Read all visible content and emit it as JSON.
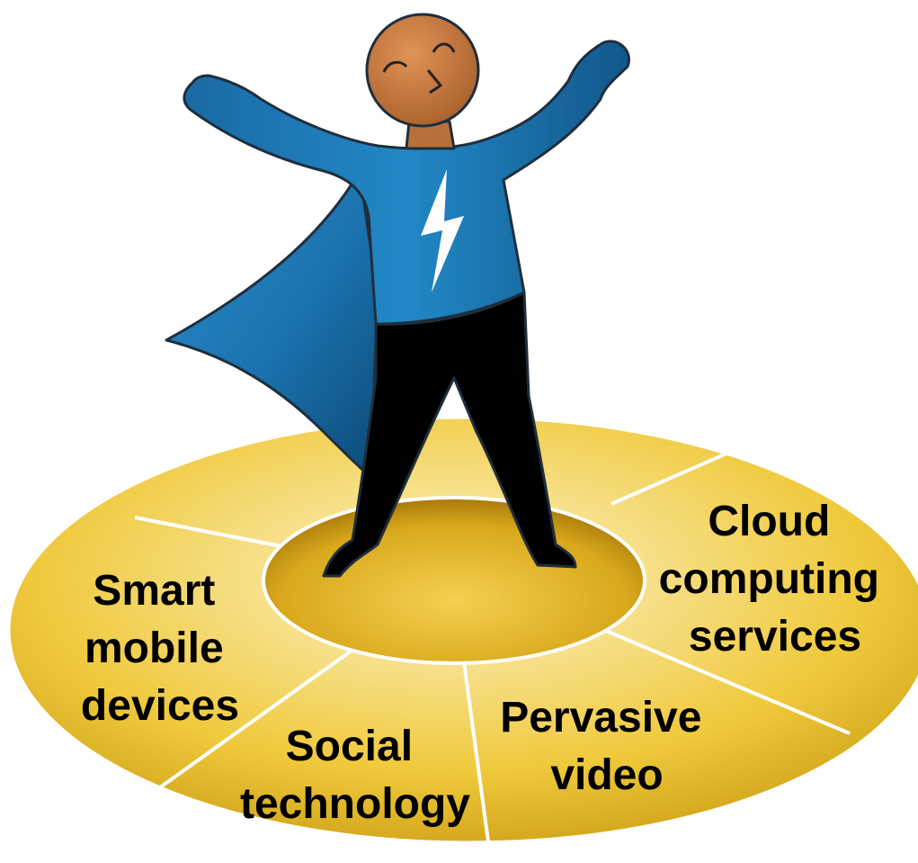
{
  "colors": {
    "disc_light": "#fbefb0",
    "disc_mid": "#f2cd45",
    "disc_dark": "#c99a0c",
    "hub_light": "#f6cf47",
    "hub_dark": "#a9780a",
    "outline": "#1f2e3d",
    "cape_blue": "#1b75b3",
    "cape_dark": "#0e4f80",
    "skin": "#c57a3c",
    "pants": "#000000",
    "bolt": "#ffffff",
    "text": "#000000"
  },
  "icons": {
    "figure": "superhero-figure",
    "bolt": "lightning-bolt-icon"
  },
  "segments": [
    {
      "id": "smart-mobile",
      "lines": [
        "Smart",
        "mobile",
        "devices"
      ]
    },
    {
      "id": "social-tech",
      "lines": [
        "Social",
        "technology"
      ]
    },
    {
      "id": "pervasive-video",
      "lines": [
        "Pervasive",
        "video"
      ]
    },
    {
      "id": "cloud",
      "lines": [
        "Cloud",
        "computing",
        "services"
      ]
    }
  ]
}
